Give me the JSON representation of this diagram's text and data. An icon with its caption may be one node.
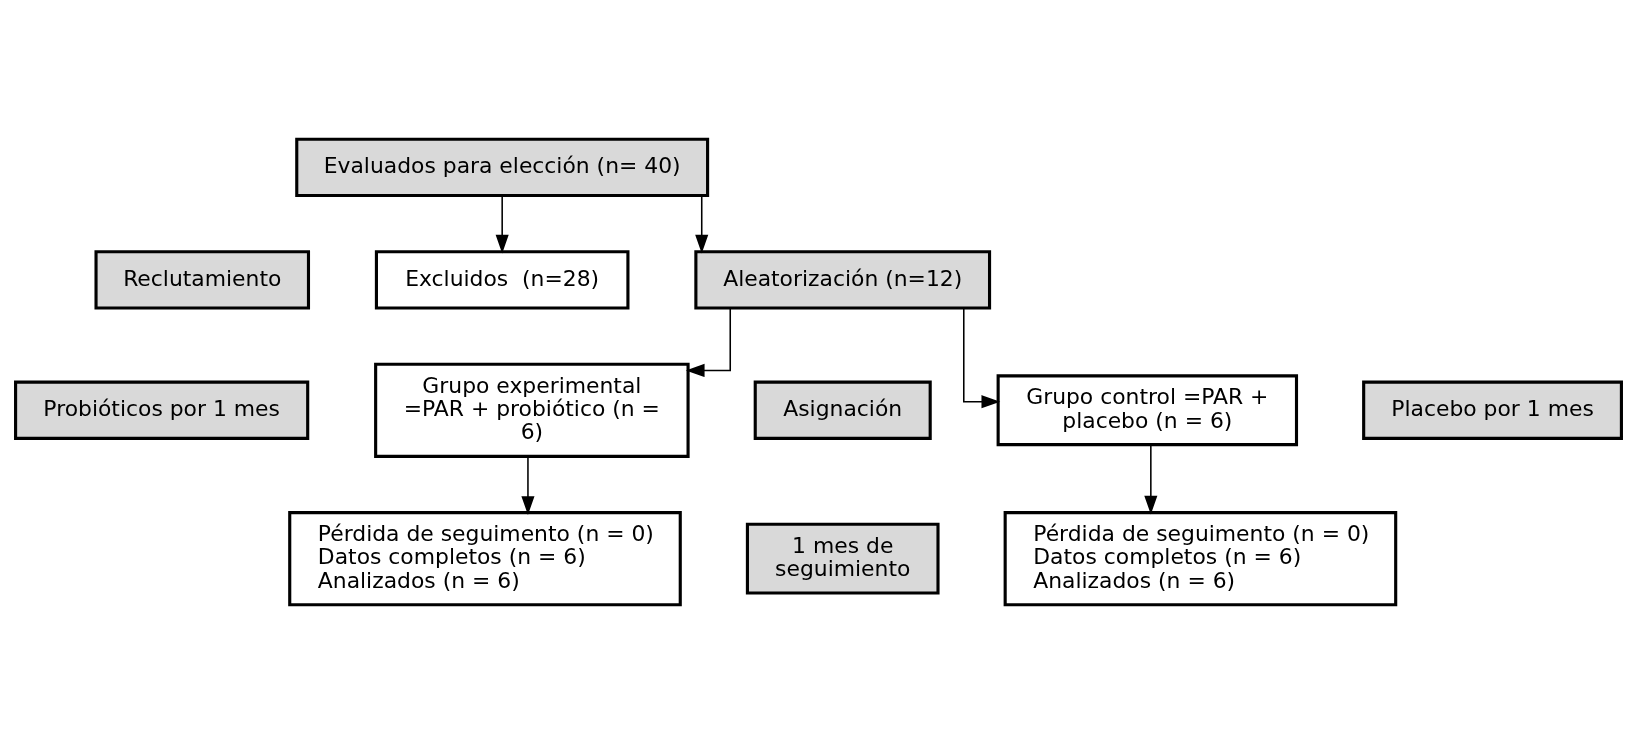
{
  "diagram": {
    "nodes": [
      {
        "text": [
          "Evaluados para elección (n= 40)"
        ]
      },
      {
        "text": [
          "Reclutamiento"
        ]
      },
      {
        "text": [
          "Excluidos  (n=28)"
        ]
      },
      {
        "text": [
          "Aleatorización (n=12)"
        ]
      },
      {
        "text": [
          "Probióticos por 1 mes"
        ]
      },
      {
        "text": [
          "Grupo experimental =PAR + probiótico (n = 6)"
        ]
      },
      {
        "text": [
          "Asignación"
        ]
      },
      {
        "text": [
          "Grupo control =PAR + placebo (n = 6)"
        ]
      },
      {
        "text": [
          "Placebo por 1 mes"
        ]
      },
      {
        "text": [
          "Pérdida de seguimento (n = 0)",
          "Datos completos (n = 6)",
          "Analizados (n = 6)"
        ]
      },
      {
        "text": [
          "1 mes de seguimiento"
        ]
      },
      {
        "text": [
          "Pérdida de seguimento (n = 0)",
          "Datos completos (n = 6)",
          "Analizados (n = 6)"
        ]
      }
    ],
    "edges": [
      {
        "from": 0,
        "to": 3,
        "arrow": "to"
      },
      {
        "from": 0,
        "to": 2,
        "arrow": "to"
      },
      {
        "from": 3,
        "to": 5,
        "arrow": "to"
      },
      {
        "from": 3,
        "to": 7,
        "arrow": "to"
      },
      {
        "from": 5,
        "to": 9,
        "arrow": "to"
      },
      {
        "from": 7,
        "to": 11,
        "arrow": "to"
      }
    ]
  }
}
